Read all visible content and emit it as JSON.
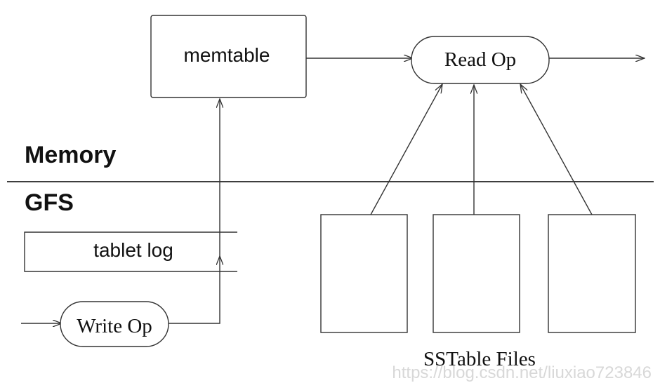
{
  "diagram": {
    "memtable_label": "memtable",
    "read_op_label": "Read Op",
    "write_op_label": "Write Op",
    "tablet_log_label": "tablet log",
    "memory_label": "Memory",
    "gfs_label": "GFS",
    "sstable_caption": "SSTable Files",
    "sstable_count": 3
  },
  "watermark": {
    "text": "https://blog.csdn.net/liuxiao723846"
  }
}
